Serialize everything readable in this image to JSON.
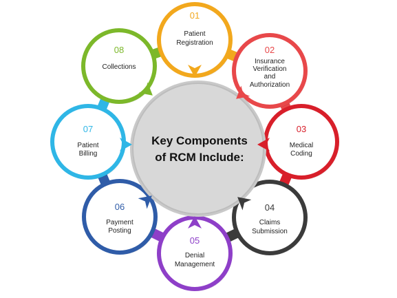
{
  "center": {
    "line1": "Key Components",
    "line2": "of RCM Include:"
  },
  "steps": [
    {
      "number": "01",
      "lines": [
        "Patient",
        "Registration"
      ],
      "color": "#F2A81D"
    },
    {
      "number": "02",
      "lines": [
        "Insurance",
        "Verification",
        "and",
        "Authorization"
      ],
      "color": "#E8484A"
    },
    {
      "number": "03",
      "lines": [
        "Medical",
        "Coding"
      ],
      "color": "#D81F2A"
    },
    {
      "number": "04",
      "lines": [
        "Claims",
        "Submission"
      ],
      "color": "#3B3B3B"
    },
    {
      "number": "05",
      "lines": [
        "Denial",
        "Management"
      ],
      "color": "#8E3FC8"
    },
    {
      "number": "06",
      "lines": [
        "Payment",
        "Posting"
      ],
      "color": "#2F5CA8"
    },
    {
      "number": "07",
      "lines": [
        "Patient",
        "Billing"
      ],
      "color": "#2FB6E6"
    },
    {
      "number": "08",
      "lines": [
        "Collections"
      ],
      "color": "#7CB82A"
    }
  ]
}
